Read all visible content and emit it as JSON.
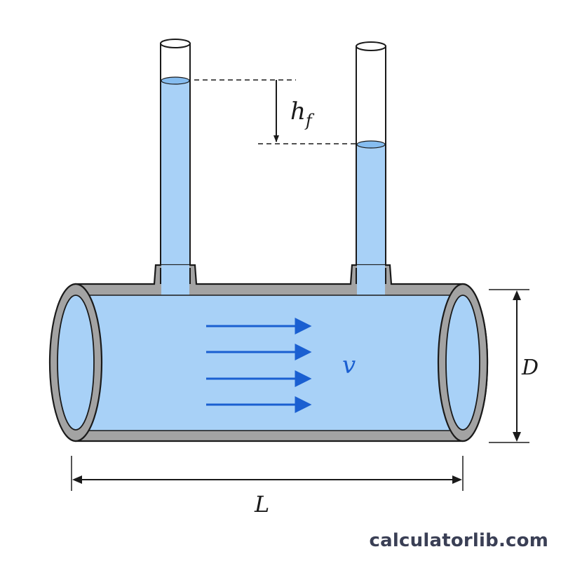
{
  "labels": {
    "head_loss": "h",
    "head_loss_sub": "f",
    "velocity": "v",
    "diameter": "D",
    "length": "L"
  },
  "watermark": "calculatorlib.com",
  "colors": {
    "water": "#a8d1f7",
    "water_surface": "#86bdf0",
    "pipe_wall": "#a3a3a3",
    "outline": "#1a1a1a",
    "flow_arrow": "#1a5fd1",
    "text": "#1a1a1a"
  }
}
